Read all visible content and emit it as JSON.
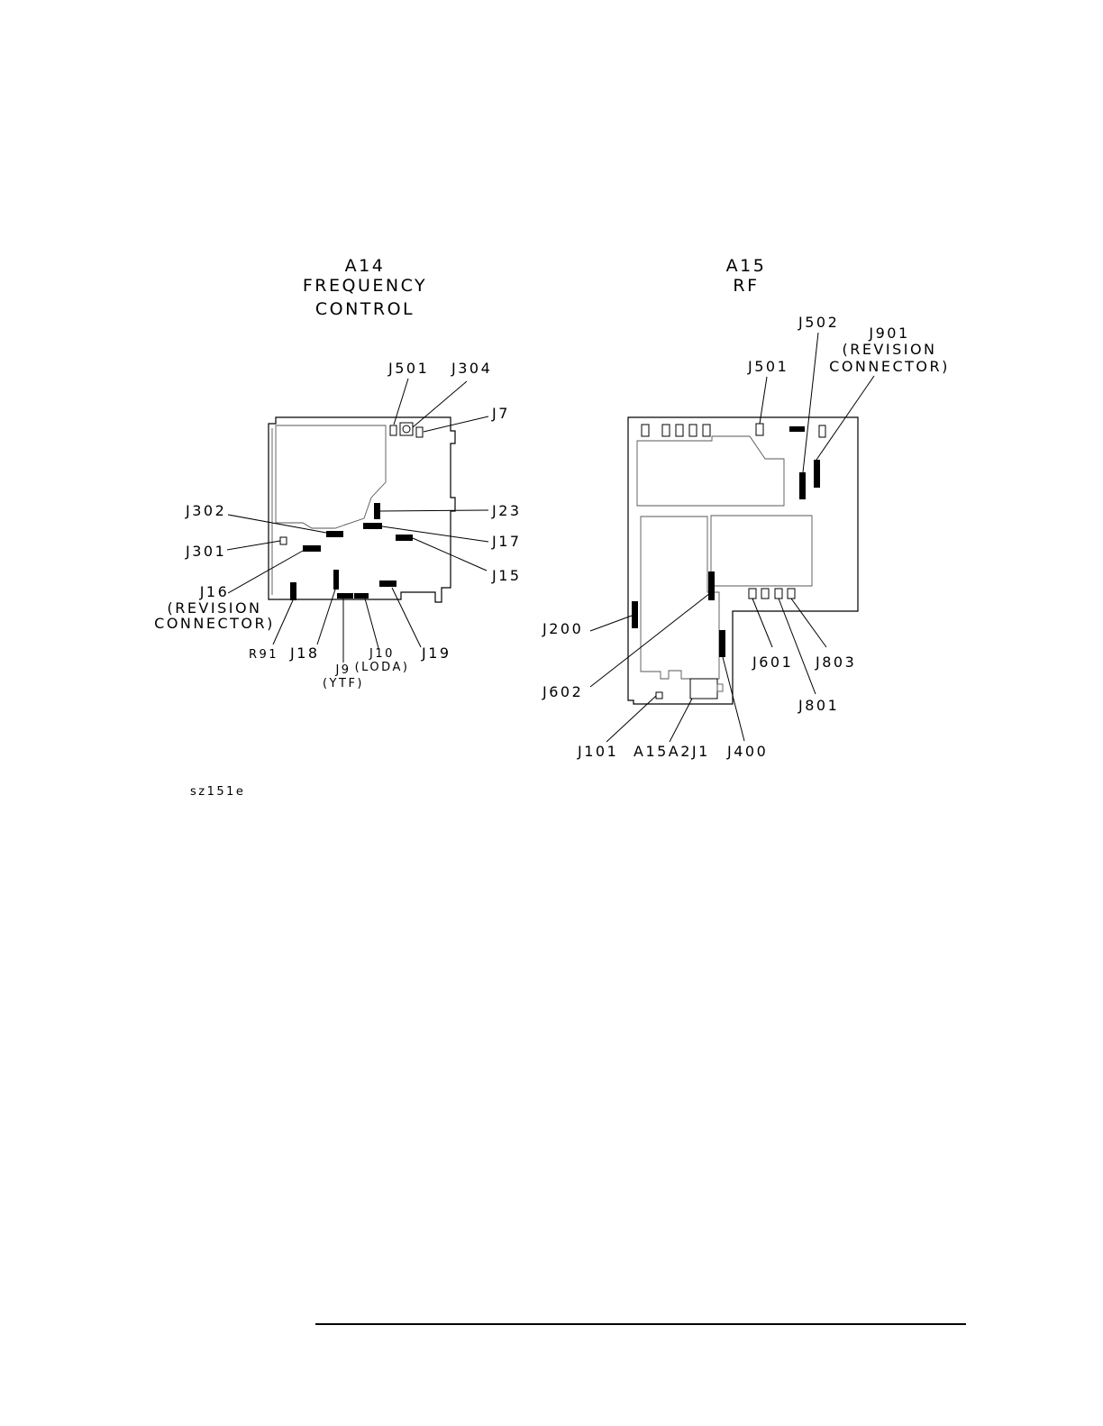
{
  "a14": {
    "title": [
      "A14",
      "FREQUENCY",
      "CONTROL"
    ],
    "labels": {
      "j501": "J501",
      "j304": "J304",
      "j7": "J7",
      "j302": "J302",
      "j23": "J23",
      "j17": "J17",
      "j301": "J301",
      "j15": "J15",
      "j16": [
        "J16",
        "(REVISION",
        "CONNECTOR)"
      ],
      "r91": "R91",
      "j18": "J18",
      "j9": [
        "J9",
        "(YTF)"
      ],
      "j10": [
        "J10",
        "(LODA)"
      ],
      "j19": "J19"
    }
  },
  "a15": {
    "title": [
      "A15",
      "RF"
    ],
    "labels": {
      "j502": "J502",
      "j901": [
        "J901",
        "(REVISION",
        "CONNECTOR)"
      ],
      "j501": "J501",
      "j200": "J200",
      "j602": "J602",
      "j601": "J601",
      "j803": "J803",
      "j801": "J801",
      "j101": "J101",
      "a15a2j1": "A15A2J1",
      "j400": "J400"
    }
  },
  "figure_id": "sz151e"
}
